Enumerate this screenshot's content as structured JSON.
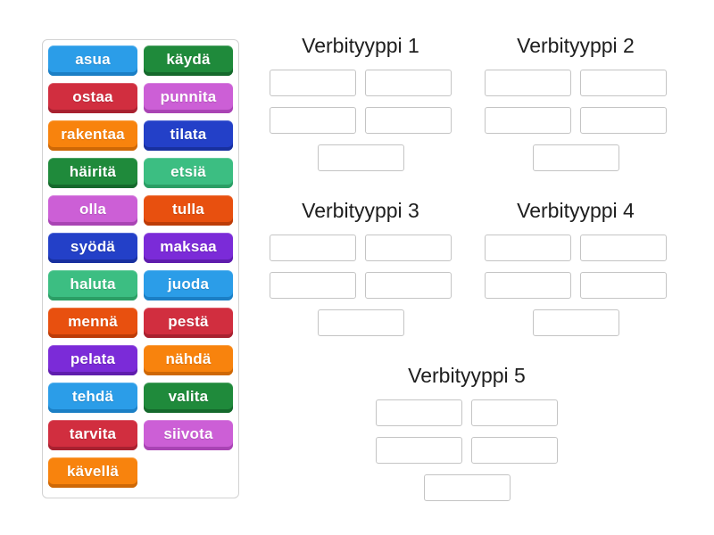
{
  "activity": {
    "header_color": "#1e1e1e",
    "slot_border_color": "#c4c4c4",
    "tiles": [
      {
        "label": "asua",
        "color": "#2B9DE8",
        "shade": "#1B7FC5"
      },
      {
        "label": "käydä",
        "color": "#1F8A3B",
        "shade": "#15692C"
      },
      {
        "label": "ostaa",
        "color": "#D12E3F",
        "shade": "#A82130"
      },
      {
        "label": "punnita",
        "color": "#CC5FD6",
        "shade": "#A944B4"
      },
      {
        "label": "rakentaa",
        "color": "#F8830D",
        "shade": "#CE6806"
      },
      {
        "label": "tilata",
        "color": "#2340C8",
        "shade": "#18309F"
      },
      {
        "label": "häiritä",
        "color": "#1F8A3B",
        "shade": "#15692C"
      },
      {
        "label": "etsiä",
        "color": "#3CBE82",
        "shade": "#2B9E65"
      },
      {
        "label": "olla",
        "color": "#CC5FD6",
        "shade": "#A944B4"
      },
      {
        "label": "tulla",
        "color": "#E8500F",
        "shade": "#BC3C08"
      },
      {
        "label": "syödä",
        "color": "#2340C8",
        "shade": "#18309F"
      },
      {
        "label": "maksaa",
        "color": "#7B2BD8",
        "shade": "#5F1DAD"
      },
      {
        "label": "haluta",
        "color": "#3CBE82",
        "shade": "#2B9E65"
      },
      {
        "label": "juoda",
        "color": "#2B9DE8",
        "shade": "#1B7FC5"
      },
      {
        "label": "mennä",
        "color": "#E8500F",
        "shade": "#BC3C08"
      },
      {
        "label": "pestä",
        "color": "#D12E3F",
        "shade": "#A82130"
      },
      {
        "label": "pelata",
        "color": "#7B2BD8",
        "shade": "#5F1DAD"
      },
      {
        "label": "nähdä",
        "color": "#F8830D",
        "shade": "#CE6806"
      },
      {
        "label": "tehdä",
        "color": "#2B9DE8",
        "shade": "#1B7FC5"
      },
      {
        "label": "valita",
        "color": "#1F8A3B",
        "shade": "#15692C"
      },
      {
        "label": "tarvita",
        "color": "#D12E3F",
        "shade": "#A82130"
      },
      {
        "label": "siivota",
        "color": "#CC5FD6",
        "shade": "#A944B4"
      },
      {
        "label": "kävellä",
        "color": "#F8830D",
        "shade": "#CE6806"
      }
    ],
    "groups": [
      {
        "title": "Verbityyppi 1",
        "slot_count": 5
      },
      {
        "title": "Verbityyppi 2",
        "slot_count": 5
      },
      {
        "title": "Verbityyppi 3",
        "slot_count": 5
      },
      {
        "title": "Verbityyppi 4",
        "slot_count": 5
      },
      {
        "title": "Verbityyppi 5",
        "slot_count": 5
      }
    ]
  }
}
